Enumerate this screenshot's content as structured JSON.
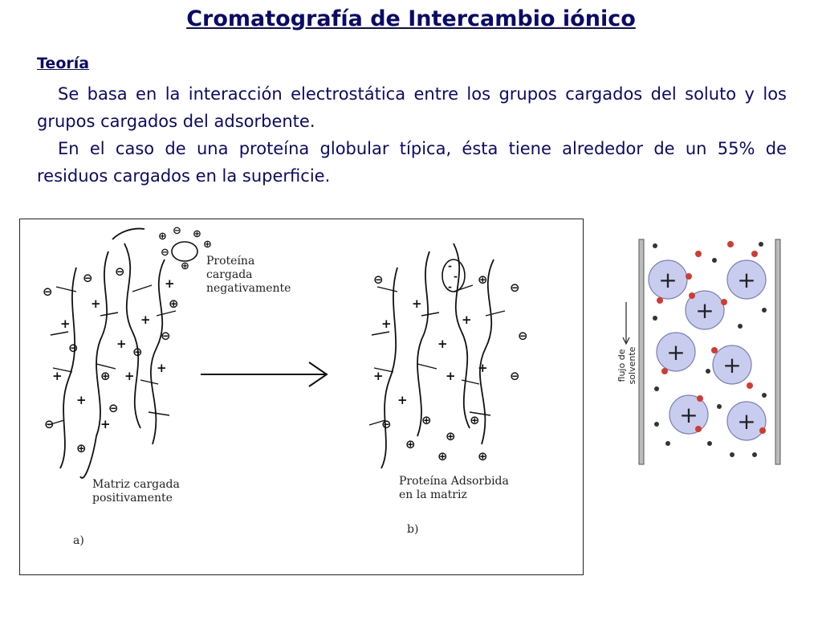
{
  "slide": {
    "title": "Cromatografía de Intercambio iónico",
    "heading": "Teoría",
    "paragraph1": "Se basa en la interacción electrostática entre los grupos cargados del soluto y los grupos cargados del adsorbente.",
    "paragraph2": "En el caso de una proteína globular típica, ésta tiene alrededor de un 55% de residuos cargados en la superficie."
  },
  "figure_left": {
    "protein_label": [
      "Proteína",
      "cargada",
      "negativamente"
    ],
    "matrix_label": [
      "Matriz cargada",
      "positivamente"
    ],
    "panel_a": "a)",
    "adsorbed_label": [
      "Proteína Adsorbida",
      "en la matriz"
    ],
    "panel_b": "b)"
  },
  "figure_right": {
    "flow_label": "flujo de solvente"
  },
  "colors": {
    "text": "#0a0a6b",
    "bead_fill": "#c8ccee",
    "counter_ion": "#d43a2f"
  }
}
